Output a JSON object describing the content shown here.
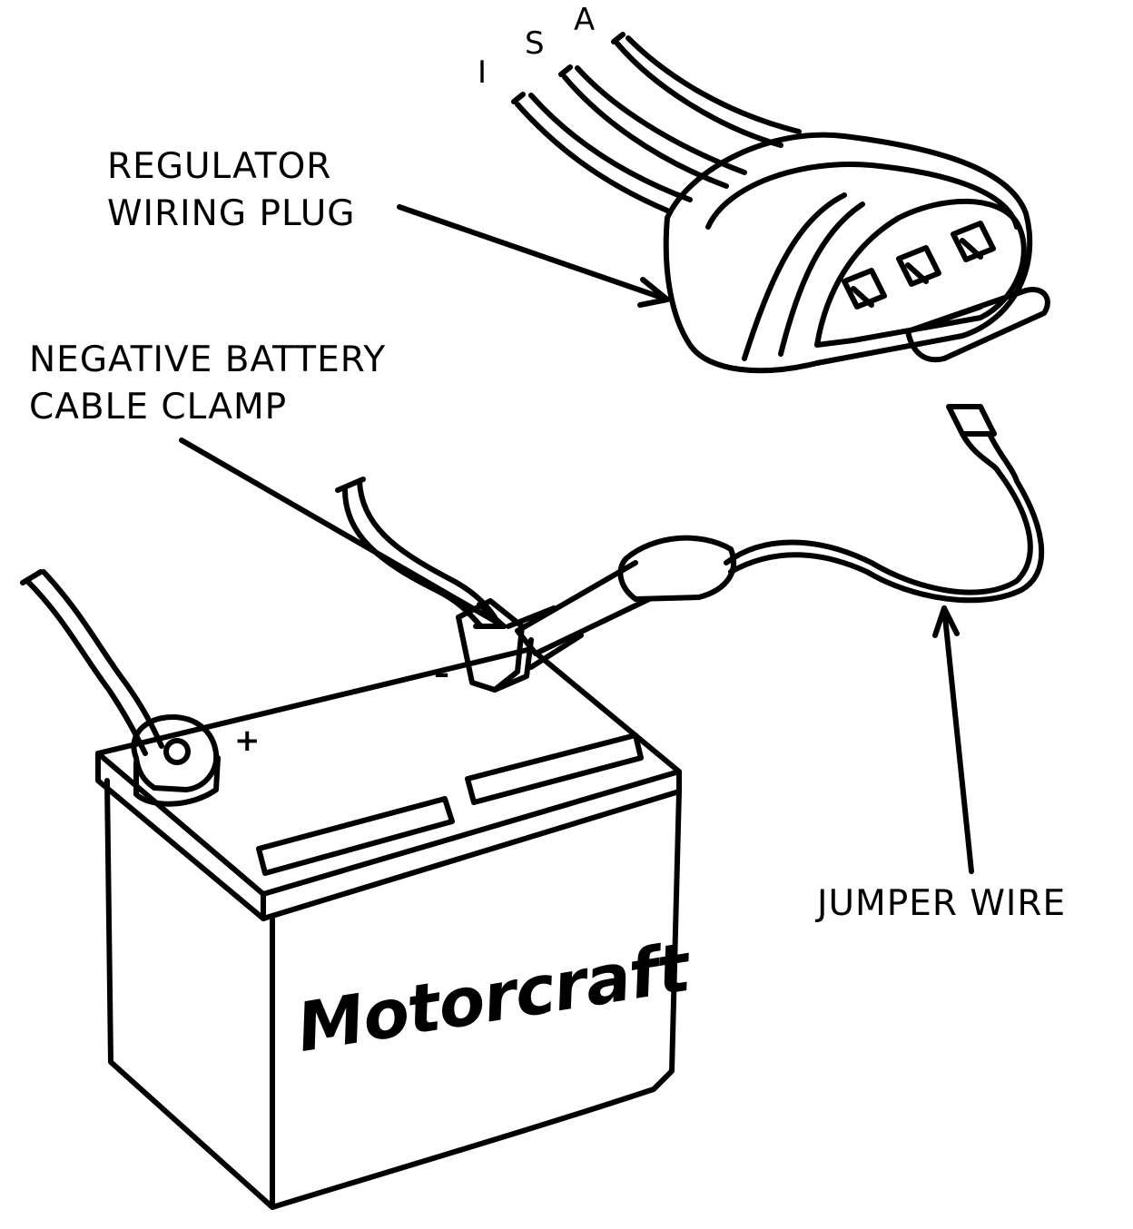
{
  "labels": {
    "regulator_line1": "REGULATOR",
    "regulator_line2": "WIRING PLUG",
    "negative_line1": "NEGATIVE BATTERY",
    "negative_line2": "CABLE CLAMP",
    "jumper": "JUMPER WIRE"
  },
  "pins": {
    "i": "I",
    "s": "S",
    "a": "A"
  },
  "battery": {
    "brand": "Motorcraft",
    "negative_terminal": "–",
    "positive_terminal": "+"
  }
}
